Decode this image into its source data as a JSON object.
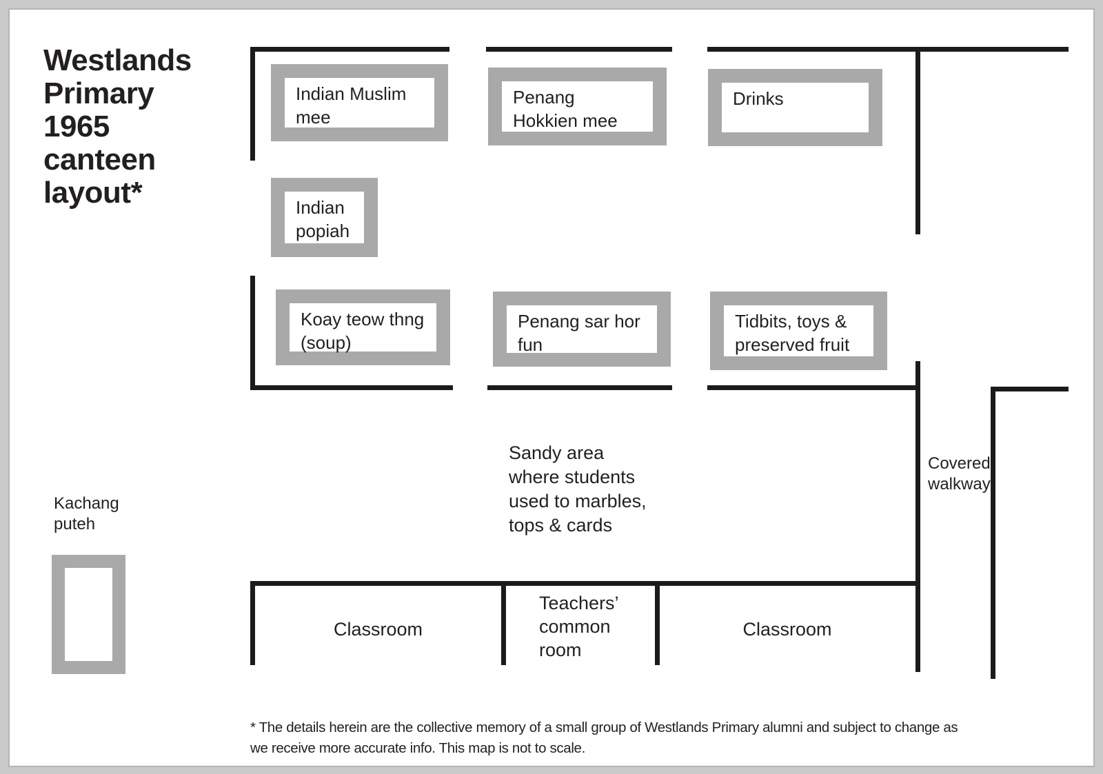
{
  "page": {
    "title": "Westlands\nPrimary\n1965\ncanteen\nlayout*",
    "footnote": "* The details herein are the collective memory of a small group of Westlands Primary alumni and subject to change as\nwe receive more accurate info. This map is not to scale.",
    "colors": {
      "background": "#cacaca",
      "panel": "#ffffff",
      "wall": "#1b1b1b",
      "stall_border": "#a9a9a9",
      "text": "#231f20"
    }
  },
  "stalls": [
    {
      "name": "indian-muslim-mee",
      "label": "Indian Muslim\nmee"
    },
    {
      "name": "penang-hokkien-mee",
      "label": "Penang\nHokkien mee"
    },
    {
      "name": "drinks",
      "label": "Drinks"
    },
    {
      "name": "indian-popiah",
      "label": "Indian\npopiah"
    },
    {
      "name": "koay-teow-thng",
      "label": "Koay teow thng\n(soup)"
    },
    {
      "name": "penang-sar-hor-fun",
      "label": "Penang sar hor\nfun"
    },
    {
      "name": "tidbits-toys-preserved-fruit",
      "label": "Tidbits, toys &\npreserved fruit"
    }
  ],
  "areas": {
    "kachang_puteh": "Kachang\nputeh",
    "sandy_area": "Sandy area\nwhere students\nused to marbles,\ntops & cards",
    "covered_walkway": "Covered\nwalkway",
    "classroom_left": "Classroom",
    "teachers_common_room": "Teachers’\ncommon\nroom",
    "classroom_right": "Classroom"
  }
}
